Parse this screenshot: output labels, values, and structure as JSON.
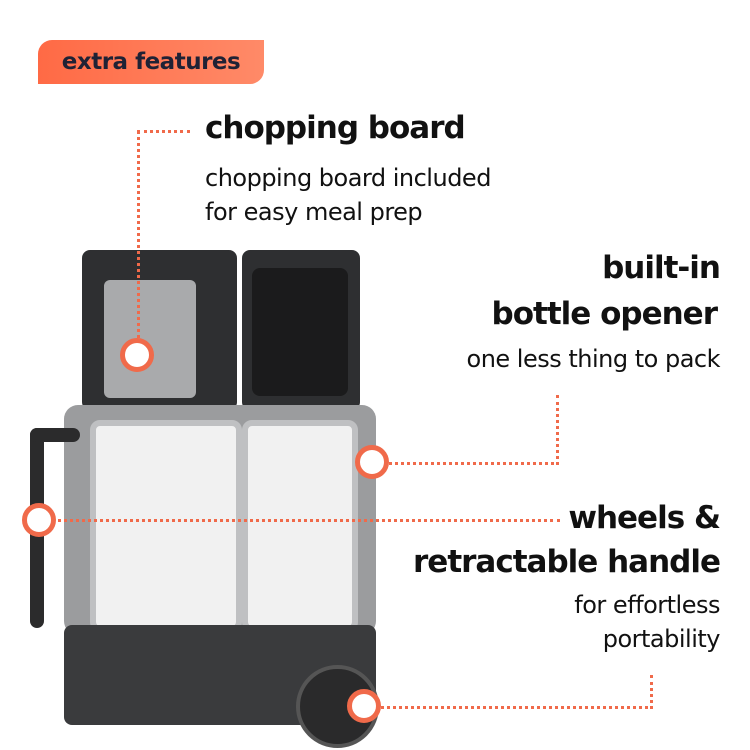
{
  "badge": "extra features",
  "features": [
    {
      "title": "chopping board",
      "lines": [
        "chopping board included",
        "for easy meal prep"
      ]
    },
    {
      "title_lines": [
        "built-in",
        "bottle opener"
      ],
      "lines": [
        "one less thing to pack"
      ]
    },
    {
      "title_lines": [
        "wheels &",
        "retractable handle"
      ],
      "lines": [
        "for effortless",
        "portability"
      ]
    }
  ],
  "colors": {
    "accent": "#f06a4a",
    "text": "#111111",
    "badge_text": "#1f2235"
  }
}
